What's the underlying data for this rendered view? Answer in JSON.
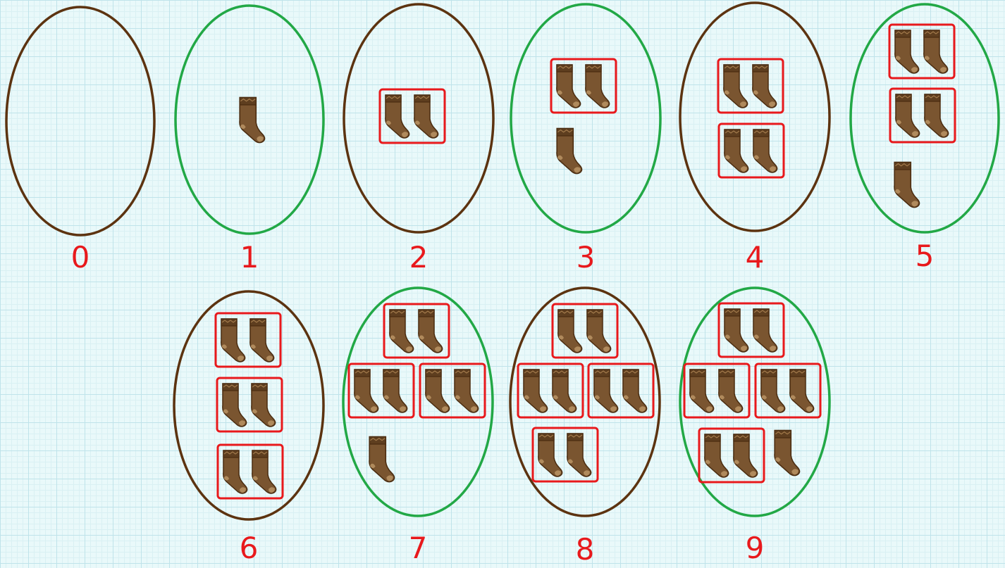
{
  "colors": {
    "background": "#e9f9fa",
    "oval_brown": "#5c3310",
    "oval_green": "#22a846",
    "pair_box": "#e8191c",
    "label": "#e8191c",
    "sock_fill": "#7a5530",
    "sock_cuff": "#5e3e1f",
    "sock_heel": "#b08a5c"
  },
  "sets": [
    {
      "label": "0",
      "count": 0,
      "pairs": 0,
      "odd_sock": false,
      "oval_color": "brown"
    },
    {
      "label": "1",
      "count": 1,
      "pairs": 0,
      "odd_sock": true,
      "oval_color": "green"
    },
    {
      "label": "2",
      "count": 2,
      "pairs": 1,
      "odd_sock": false,
      "oval_color": "brown"
    },
    {
      "label": "3",
      "count": 3,
      "pairs": 1,
      "odd_sock": true,
      "oval_color": "green"
    },
    {
      "label": "4",
      "count": 4,
      "pairs": 2,
      "odd_sock": false,
      "oval_color": "brown"
    },
    {
      "label": "5",
      "count": 5,
      "pairs": 2,
      "odd_sock": true,
      "oval_color": "green"
    },
    {
      "label": "6",
      "count": 6,
      "pairs": 3,
      "odd_sock": false,
      "oval_color": "brown"
    },
    {
      "label": "7",
      "count": 7,
      "pairs": 3,
      "odd_sock": true,
      "oval_color": "green"
    },
    {
      "label": "8",
      "count": 8,
      "pairs": 4,
      "odd_sock": false,
      "oval_color": "brown"
    },
    {
      "label": "9",
      "count": 9,
      "pairs": 4,
      "odd_sock": true,
      "oval_color": "green"
    }
  ]
}
